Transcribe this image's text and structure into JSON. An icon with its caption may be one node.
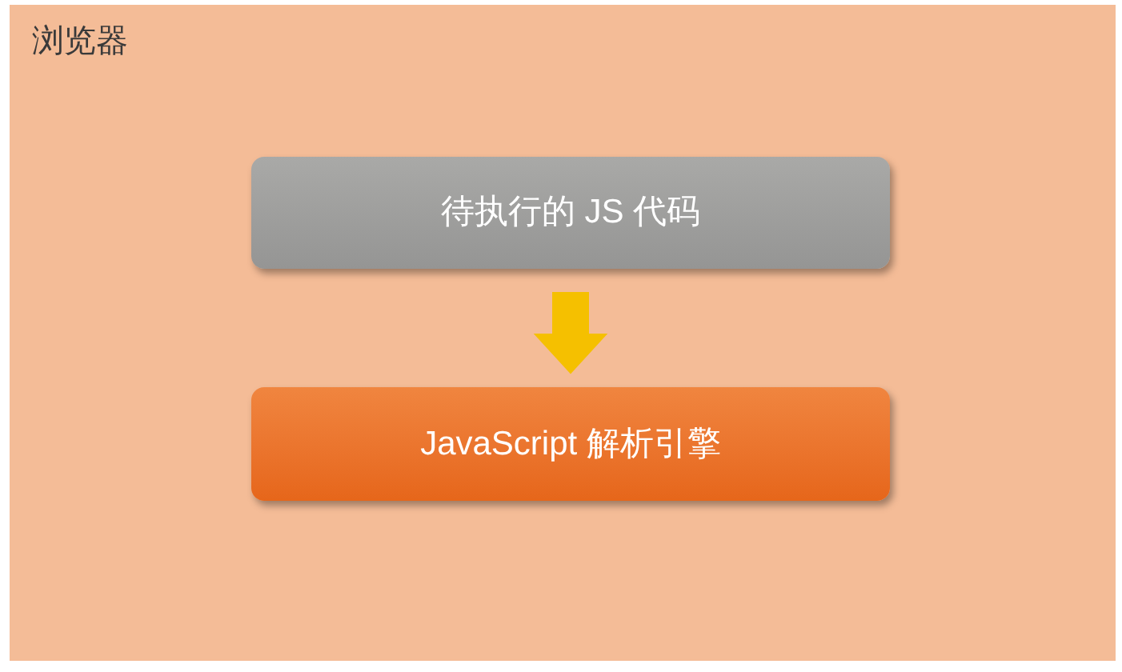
{
  "diagram": {
    "nodes": [
      {
        "text": [
          "浏览器"
        ]
      },
      {
        "text": [
          "待执行的 JS 代码"
        ],
        "in": 0
      },
      {
        "text": [
          "JavaScript 解析引擎"
        ],
        "in": 0
      }
    ],
    "edges": [
      {
        "from": 1,
        "to": 2,
        "arrow": "to",
        "style": "thick",
        "color": "#f5c000"
      }
    ]
  }
}
